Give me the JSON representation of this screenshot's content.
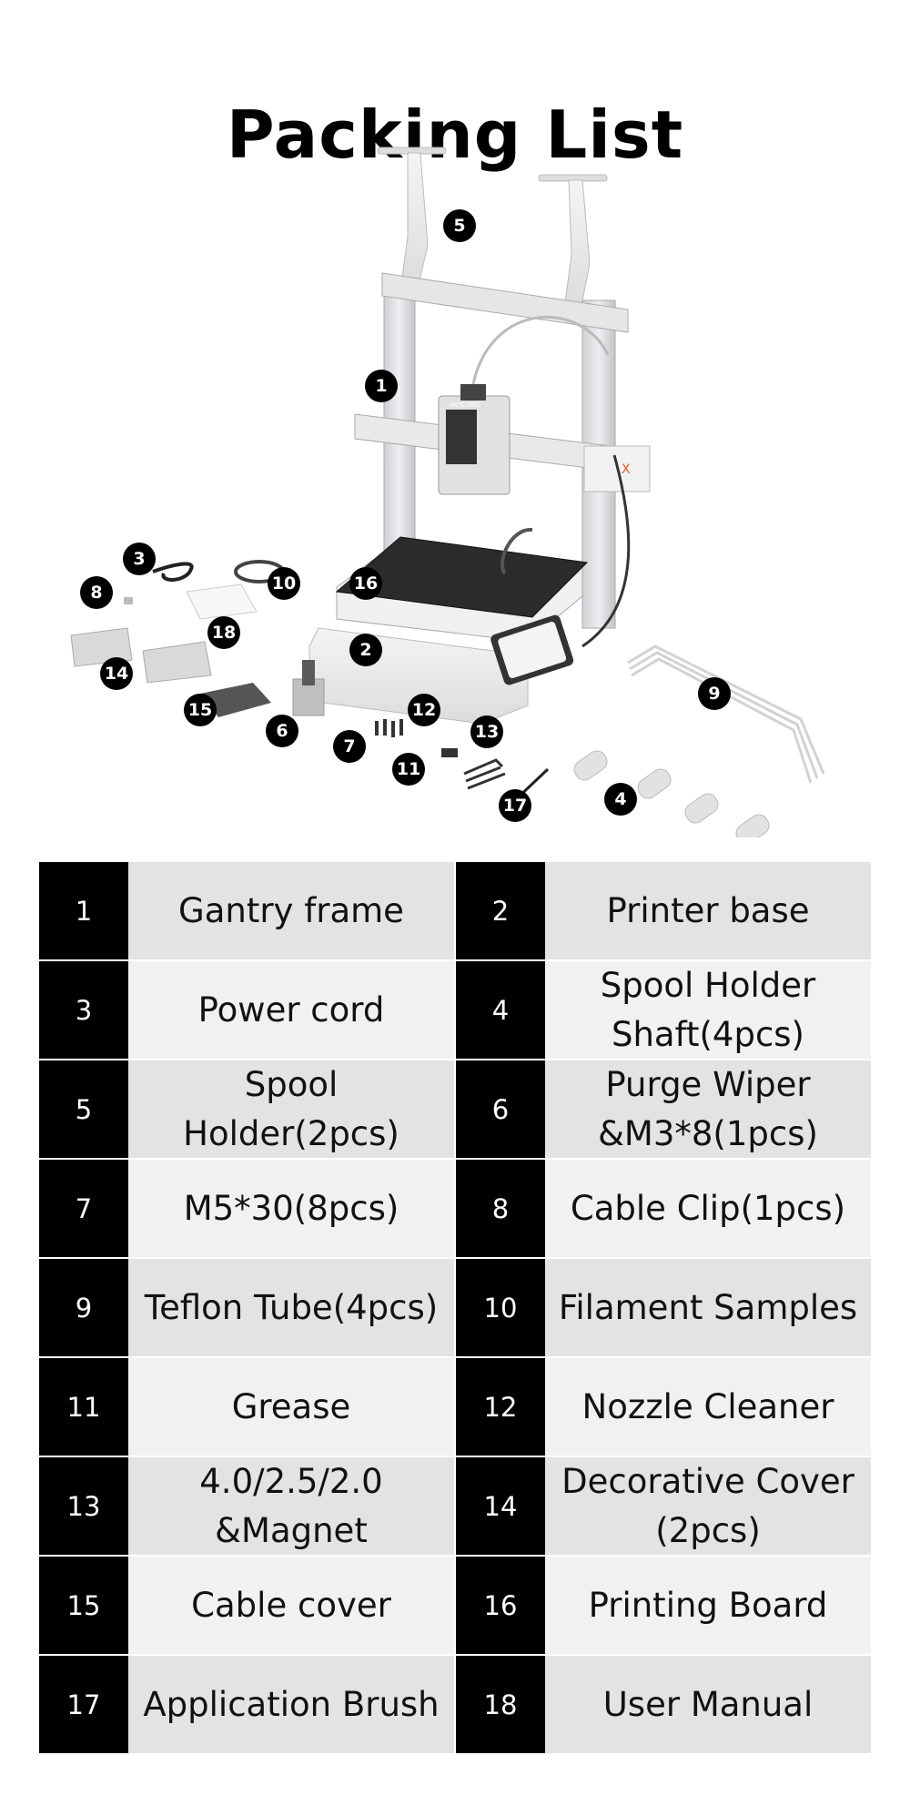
{
  "page": {
    "title": "Packing List"
  },
  "markers": [
    "1",
    "2",
    "3",
    "4",
    "5",
    "6",
    "7",
    "8",
    "9",
    "10",
    "11",
    "12",
    "13",
    "14",
    "15",
    "16",
    "17",
    "18"
  ],
  "items": [
    {
      "num": "1",
      "label": "Gantry frame"
    },
    {
      "num": "2",
      "label": "Printer base"
    },
    {
      "num": "3",
      "label": "Power cord"
    },
    {
      "num": "4",
      "label": "Spool Holder\nShaft(4pcs)"
    },
    {
      "num": "5",
      "label": "Spool Holder(2pcs)"
    },
    {
      "num": "6",
      "label": "Purge Wiper\n&M3*8(1pcs)"
    },
    {
      "num": "7",
      "label": "M5*30(8pcs)"
    },
    {
      "num": "8",
      "label": "Cable Clip(1pcs)"
    },
    {
      "num": "9",
      "label": "Teflon Tube(4pcs)"
    },
    {
      "num": "10",
      "label": "Filament Samples"
    },
    {
      "num": "11",
      "label": "Grease"
    },
    {
      "num": "12",
      "label": "Nozzle Cleaner"
    },
    {
      "num": "13",
      "label": "4.0/2.5/2.0\n&Magnet"
    },
    {
      "num": "14",
      "label": "Decorative Cover\n(2pcs)"
    },
    {
      "num": "15",
      "label": "Cable cover"
    },
    {
      "num": "16",
      "label": "Printing Board"
    },
    {
      "num": "17",
      "label": "Application Brush"
    },
    {
      "num": "18",
      "label": "User Manual"
    }
  ],
  "printer_brand": "ANYCUBIC"
}
